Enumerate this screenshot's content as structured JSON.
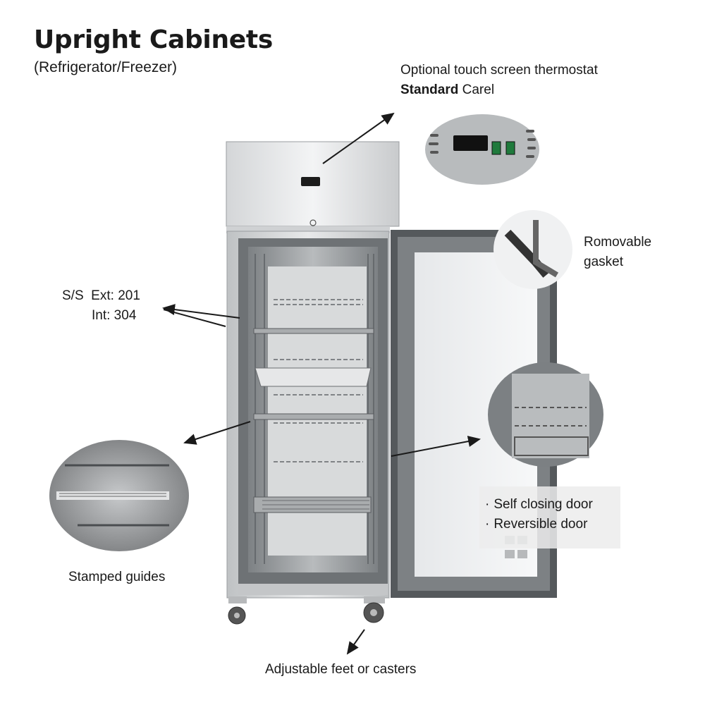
{
  "header": {
    "title": "Upright Cabinets",
    "subtitle": "(Refrigerator/Freezer)"
  },
  "callouts": {
    "thermostat": {
      "line1": "Optional touch screen thermostat",
      "standard_label": "Standard",
      "brand": "Carel"
    },
    "gasket": {
      "line1": "Romovable",
      "line2": "gasket"
    },
    "steel": {
      "line1": "S/S  Ext: 201",
      "line2": "Int: 304"
    },
    "guides": {
      "label": "Stamped guides"
    },
    "feet": {
      "label": "Adjustable feet or casters"
    },
    "door": {
      "bullet": "·",
      "features": [
        "Self closing door",
        "Reversible door"
      ]
    }
  },
  "colors": {
    "steel_light": "#e4e6e8",
    "steel_dark": "#8c8f92",
    "door_frame": "#5a5d60",
    "arrow": "#1a1a1a"
  }
}
